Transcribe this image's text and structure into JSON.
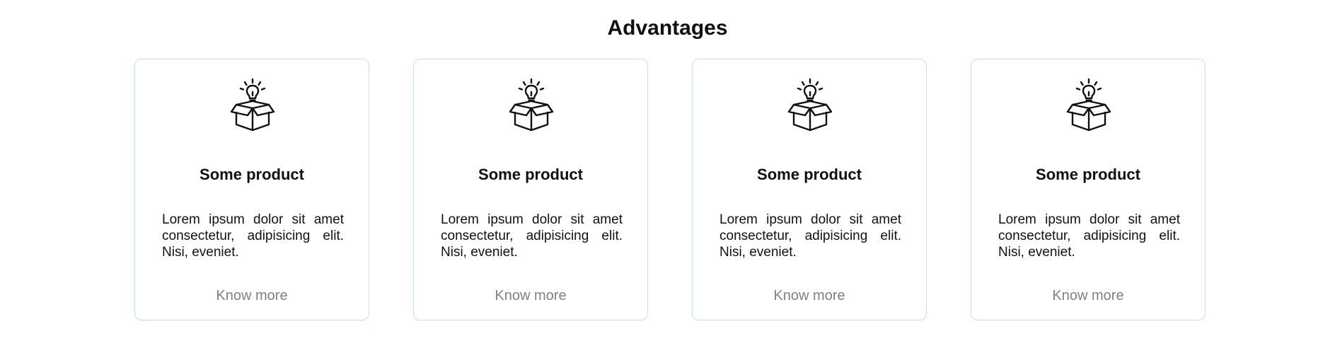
{
  "section": {
    "title": "Advantages"
  },
  "cards": [
    {
      "icon": "box-lightbulb-icon",
      "title": "Some product",
      "text": "Lorem ipsum dolor sit amet consectetur, adipisicing elit. Nisi, eveniet.",
      "link_label": "Know more"
    },
    {
      "icon": "box-lightbulb-icon",
      "title": "Some product",
      "text": "Lorem ipsum dolor sit amet consectetur, adipisicing elit. Nisi, eveniet.",
      "link_label": "Know more"
    },
    {
      "icon": "box-lightbulb-icon",
      "title": "Some product",
      "text": "Lorem ipsum dolor sit amet consectetur, adipisicing elit. Nisi, eveniet.",
      "link_label": "Know more"
    },
    {
      "icon": "box-lightbulb-icon",
      "title": "Some product",
      "text": "Lorem ipsum dolor sit amet consectetur, adipisicing elit. Nisi, eveniet.",
      "link_label": "Know more"
    }
  ],
  "colors": {
    "card_border": "#c7dcec",
    "link_text": "#808080",
    "heading_text": "#111111"
  }
}
